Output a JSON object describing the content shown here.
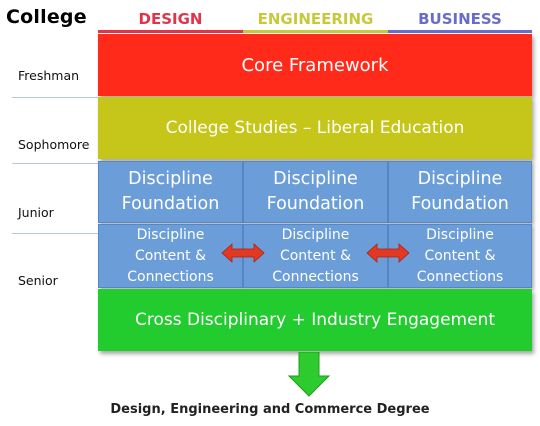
{
  "title": "College",
  "columns": [
    {
      "label": "DESIGN",
      "color": "#e0344a",
      "line": "#e0344a"
    },
    {
      "label": "ENGINEERING",
      "color": "#c8c83c",
      "line": "#c8c83c"
    },
    {
      "label": "BUSINESS",
      "color": "#6a6ccc",
      "line": "#6a6ccc"
    }
  ],
  "years": [
    "Freshman",
    "Sophomore",
    "Junior",
    "Senior"
  ],
  "core": {
    "label": "Core Framework",
    "color": "#ff2a1a"
  },
  "college_studies": {
    "label": "College Studies – Liberal Education",
    "color": "#c6c61a"
  },
  "discipline_foundation": {
    "line1": "Discipline",
    "line2": "Foundation",
    "color": "#6b9ed8"
  },
  "discipline_content": {
    "line1": "Discipline",
    "line2": "Content &",
    "line3": "Connections"
  },
  "cross": {
    "label": "Cross Disciplinary + Industry Engagement",
    "color": "#22cc2e"
  },
  "arrow_color": "#e23a22",
  "down_arrow_color": "#2ecb2e",
  "degree": "Design, Engineering and Commerce Degree"
}
